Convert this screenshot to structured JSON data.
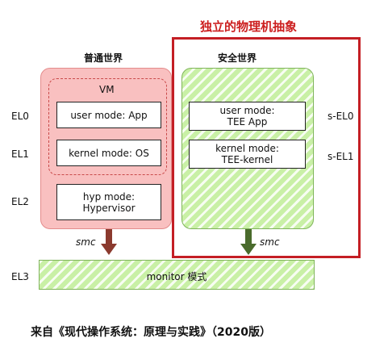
{
  "independent_title": "独立的物理机抽象",
  "normal_world": {
    "title": "普通世界",
    "vm_label": "VM",
    "user_mode": "user mode: App",
    "kernel_mode": "kernel mode: OS",
    "hyp_mode": "hyp mode:\nHypervisor"
  },
  "secure_world": {
    "title": "安全世界",
    "user_mode": "user mode:\nTEE App",
    "kernel_mode": "kernel mode:\nTEE-kernel"
  },
  "levels_left": [
    "EL0",
    "EL1",
    "EL2",
    "EL3"
  ],
  "levels_right": [
    "s-EL0",
    "s-EL1"
  ],
  "smc_left": "smc",
  "smc_right": "smc",
  "monitor": "monitor 模式",
  "caption": "来自《现代操作系统：原理与实践》（2020版）",
  "colors": {
    "red_border": "#c41e24",
    "pink_fill": "#f9c0c0",
    "green_fill": "#c9f0a6",
    "arrow_brown": "#8b3a2e",
    "arrow_green": "#4a6b2c"
  }
}
